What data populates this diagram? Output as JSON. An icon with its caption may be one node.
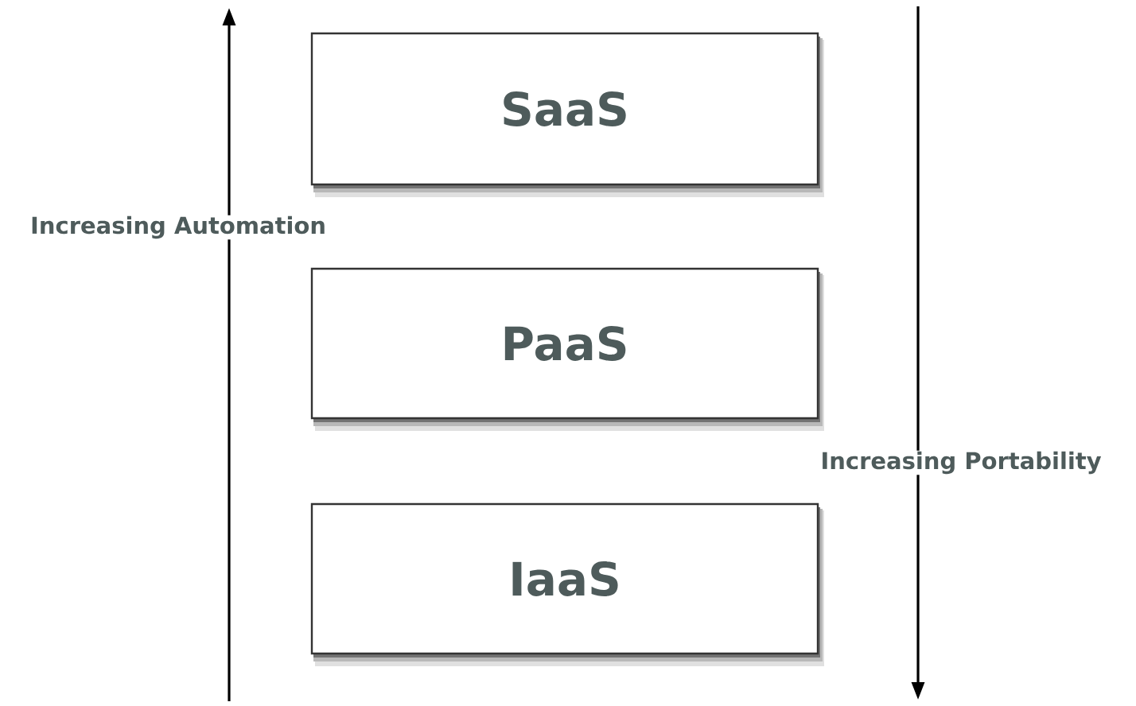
{
  "diagram": {
    "nodes": [
      {
        "text": [
          "SaaS"
        ]
      },
      {
        "text": [
          "PaaS"
        ]
      },
      {
        "text": [
          "IaaS"
        ]
      }
    ],
    "edges": [],
    "labels": [
      "Increasing Automation",
      "Increasing Portability"
    ]
  }
}
